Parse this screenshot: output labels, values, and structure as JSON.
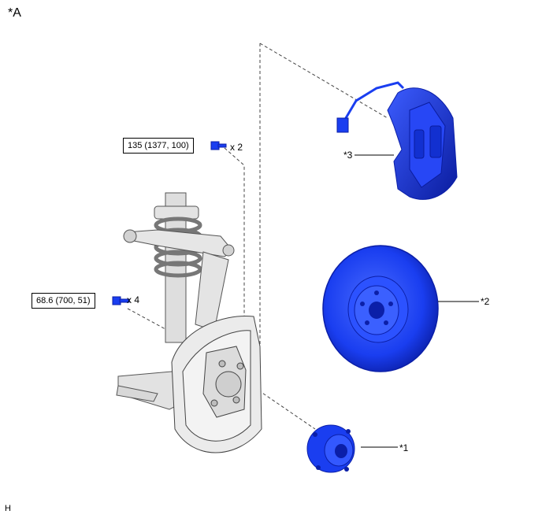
{
  "view_label": "*A",
  "footer_label": "H",
  "torques": [
    {
      "spec": "135 (1377, 100)",
      "quantity": "x 2"
    },
    {
      "spec": "68.6 (700, 51)",
      "quantity": "x 4"
    }
  ],
  "callouts": [
    {
      "label": "*1",
      "part": "hub-bearing"
    },
    {
      "label": "*2",
      "part": "brake-disc"
    },
    {
      "label": "*3",
      "part": "brake-caliper"
    }
  ],
  "colors": {
    "highlight_part": "#1a3ef0",
    "highlight_part_dark": "#0b1fa8",
    "background_part": "#e9e9e9",
    "outline": "#222222"
  }
}
